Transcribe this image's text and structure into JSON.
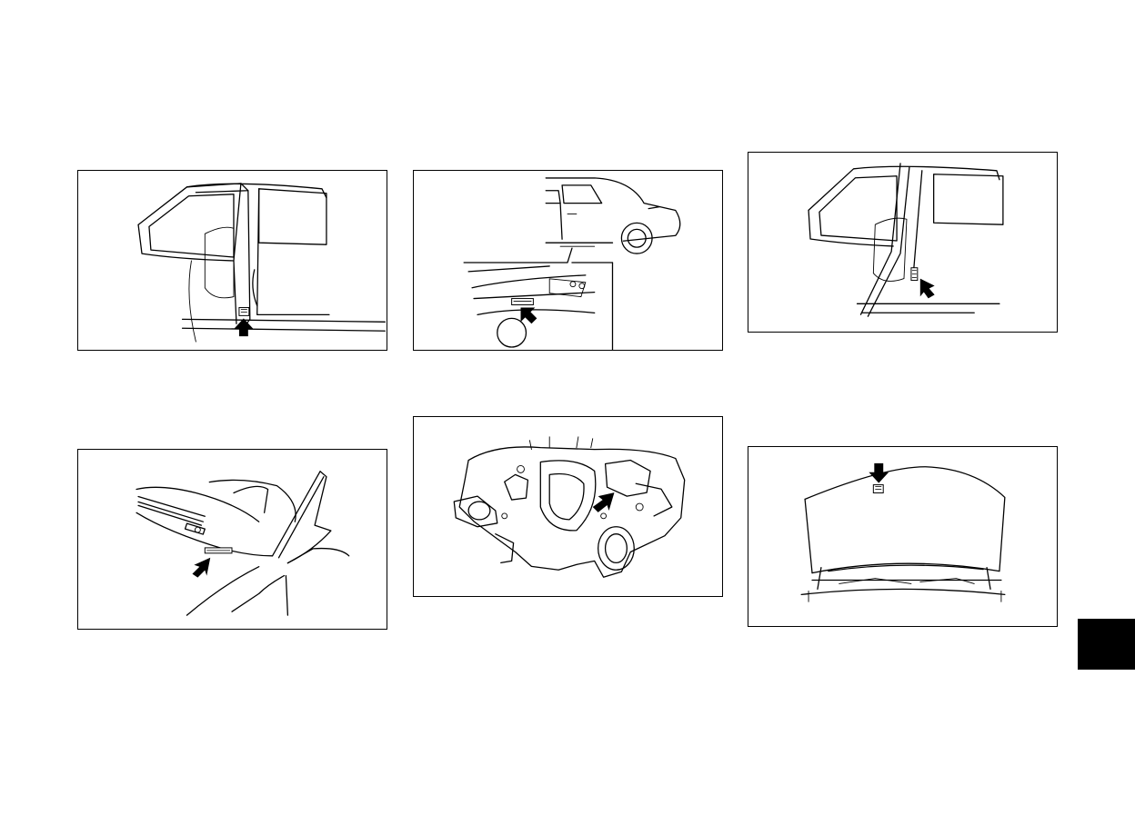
{
  "figures": [
    {
      "id": "door-pillar-label",
      "icon": "arrow-icon"
    },
    {
      "id": "underbody-frame-label",
      "icon": "arrow-icon"
    },
    {
      "id": "center-pillar-label",
      "icon": "arrow-icon"
    },
    {
      "id": "dashboard-vin-plate",
      "icon": "arrow-icon"
    },
    {
      "id": "engine-serial-number",
      "icon": "arrow-icon"
    },
    {
      "id": "hood-emission-label",
      "icon": "arrow-icon"
    }
  ],
  "colors": {
    "line": "#000000",
    "background": "#ffffff",
    "tab": "#000000"
  }
}
